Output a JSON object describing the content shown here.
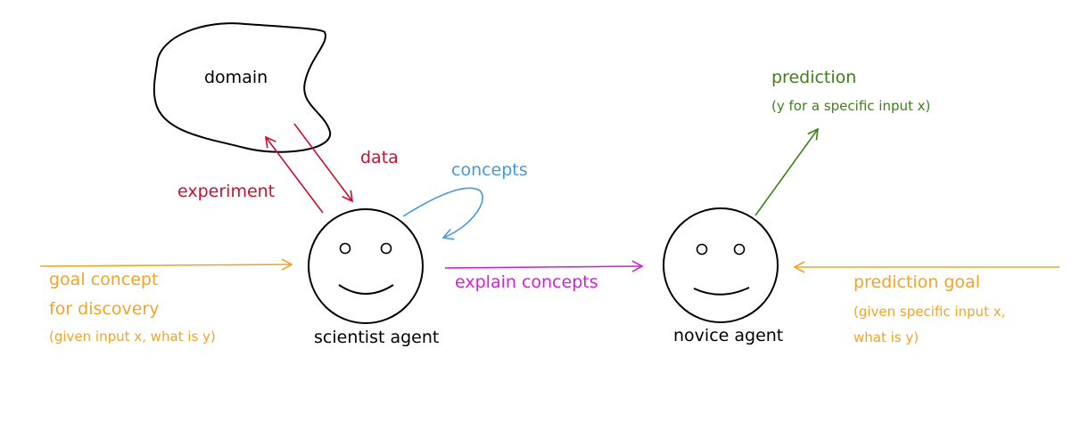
{
  "colors": {
    "black": "#000000",
    "red": "#c8102e",
    "blue": "#4a98d8",
    "magenta": "#d21fd8",
    "orange": "#f0a32a",
    "green": "#3f7f1b"
  },
  "nodes": {
    "domain": "domain",
    "scientist": "scientist agent",
    "novice": "novice agent"
  },
  "edges": {
    "data": "data",
    "experiment": "experiment",
    "concepts": "concepts",
    "explain": "explain concepts",
    "prediction_title": "prediction",
    "prediction_sub": "(y for a specific input x)"
  },
  "inputs": {
    "left_line1": "goal concept",
    "left_line2": "for discovery",
    "left_note": "(given input x, what is y)",
    "right_line1": "prediction goal",
    "right_note1": "(given specific input x,",
    "right_note2": "what is y)"
  }
}
